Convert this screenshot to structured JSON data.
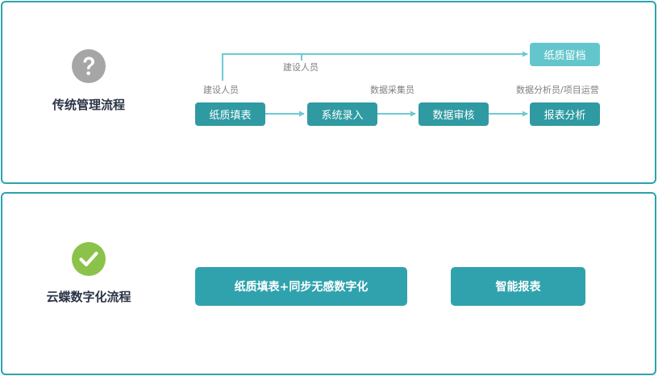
{
  "colors": {
    "panel_border": "#2ea2ad",
    "step_fill": "#2f9aa2",
    "step_light_fill": "#63c6cc",
    "connector": "#6ccbd1",
    "question_icon": "#a6a6a6",
    "check_icon": "#8bc34a",
    "title_text": "#2b3446",
    "role_text": "#808080"
  },
  "traditional": {
    "icon": "question-mark-icon",
    "title": "传统管理流程",
    "steps": [
      {
        "label": "纸质填表",
        "role": "建设人员"
      },
      {
        "label": "系统录入",
        "role": ""
      },
      {
        "label": "数据审核",
        "role": "数据采集员"
      },
      {
        "label": "报表分析",
        "role": "数据分析员/项目运营"
      }
    ],
    "archive": {
      "label": "纸质留档",
      "role": "建设人员"
    }
  },
  "digital": {
    "icon": "checkmark-icon",
    "title": "云蝶数字化流程",
    "steps": [
      {
        "label": "纸质填表+同步无感数字化"
      },
      {
        "label": "智能报表"
      }
    ]
  }
}
